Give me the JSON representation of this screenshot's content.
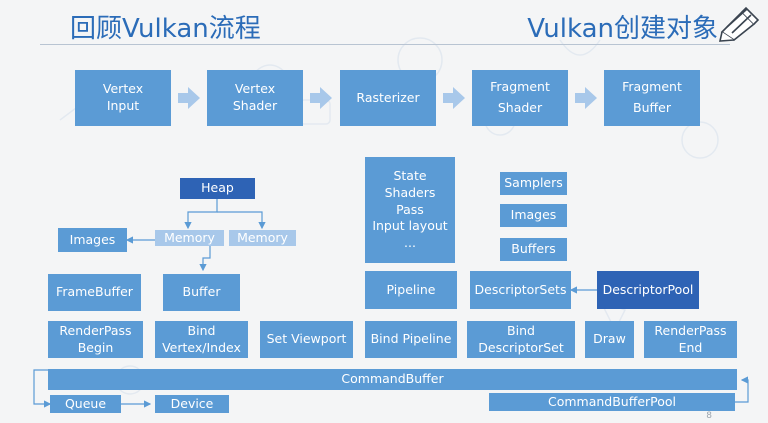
{
  "header": {
    "title_left": "回顾Vulkan流程",
    "title_right": "Vulkan创建对象"
  },
  "pipeline_stages": [
    {
      "line1": "Vertex",
      "line2": "Input"
    },
    {
      "line1": "Vertex",
      "line2": "Shader"
    },
    {
      "line1": "Rasterizer",
      "line2": ""
    },
    {
      "line1": "Fragment",
      "line2": "Shader"
    },
    {
      "line1": "Fragment",
      "line2": "Buffer"
    }
  ],
  "memory": {
    "heap": "Heap",
    "images": "Images",
    "memory1": "Memory",
    "memory2": "Memory",
    "framebuffer": "FrameBuffer",
    "buffer": "Buffer"
  },
  "state": {
    "line1": "State",
    "line2": "Shaders",
    "line3": "Pass",
    "line4": "Input layout",
    "line5": "..."
  },
  "resources": {
    "samplers": "Samplers",
    "images": "Images",
    "buffers": "Buffers",
    "pipeline": "Pipeline",
    "descriptor_sets": "DescriptorSets",
    "descriptor_pool": "DescriptorPool"
  },
  "commands": [
    {
      "line1": "RenderPass",
      "line2": "Begin"
    },
    {
      "line1": "Bind",
      "line2": "Vertex/Index"
    },
    {
      "line1": "Set Viewport",
      "line2": ""
    },
    {
      "line1": "Bind Pipeline",
      "line2": ""
    },
    {
      "line1": "Bind",
      "line2": "DescriptorSet"
    },
    {
      "line1": "Draw",
      "line2": ""
    },
    {
      "line1": "RenderPass",
      "line2": "End"
    }
  ],
  "bottom": {
    "command_buffer": "CommandBuffer",
    "queue": "Queue",
    "device": "Device",
    "command_buffer_pool": "CommandBufferPool"
  },
  "page_number": "8",
  "colors": {
    "accent": "#2b6cb8",
    "box": "#5b9bd5",
    "dark_box": "#2e63b5",
    "light_box": "#a8c8ea"
  }
}
